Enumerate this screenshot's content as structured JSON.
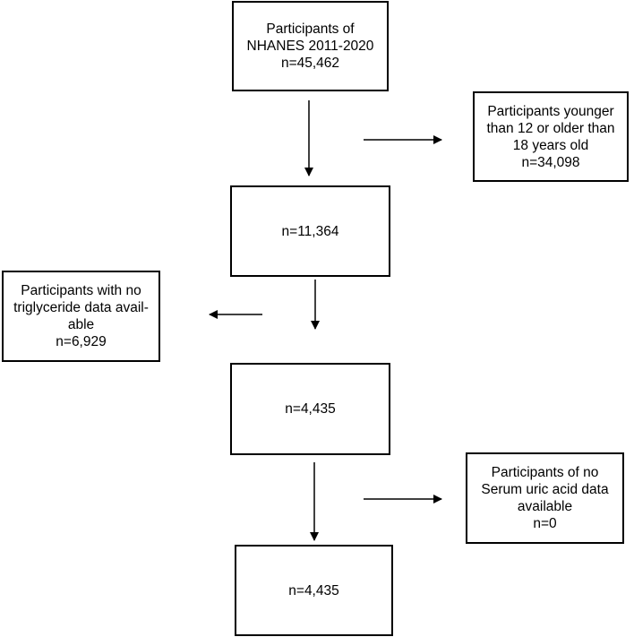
{
  "boxes": {
    "initial": {
      "lines": [
        "Participants of",
        "NHANES 2011-2020",
        "n=45,462"
      ]
    },
    "step2": {
      "lines": [
        "n=11,364"
      ]
    },
    "step3": {
      "lines": [
        "n=4,435"
      ]
    },
    "final": {
      "lines": [
        "n=4,435"
      ]
    },
    "exclude_age": {
      "lines": [
        "Participants younger",
        "than 12 or older than",
        "18 years old",
        "n=34,098"
      ]
    },
    "exclude_triglyceride": {
      "lines": [
        "Participants with no",
        "triglyceride data avail-",
        "able",
        "n=6,929"
      ]
    },
    "exclude_uric_acid": {
      "lines": [
        "Participants of no",
        "Serum uric acid data",
        "available",
        "n=0"
      ]
    }
  }
}
